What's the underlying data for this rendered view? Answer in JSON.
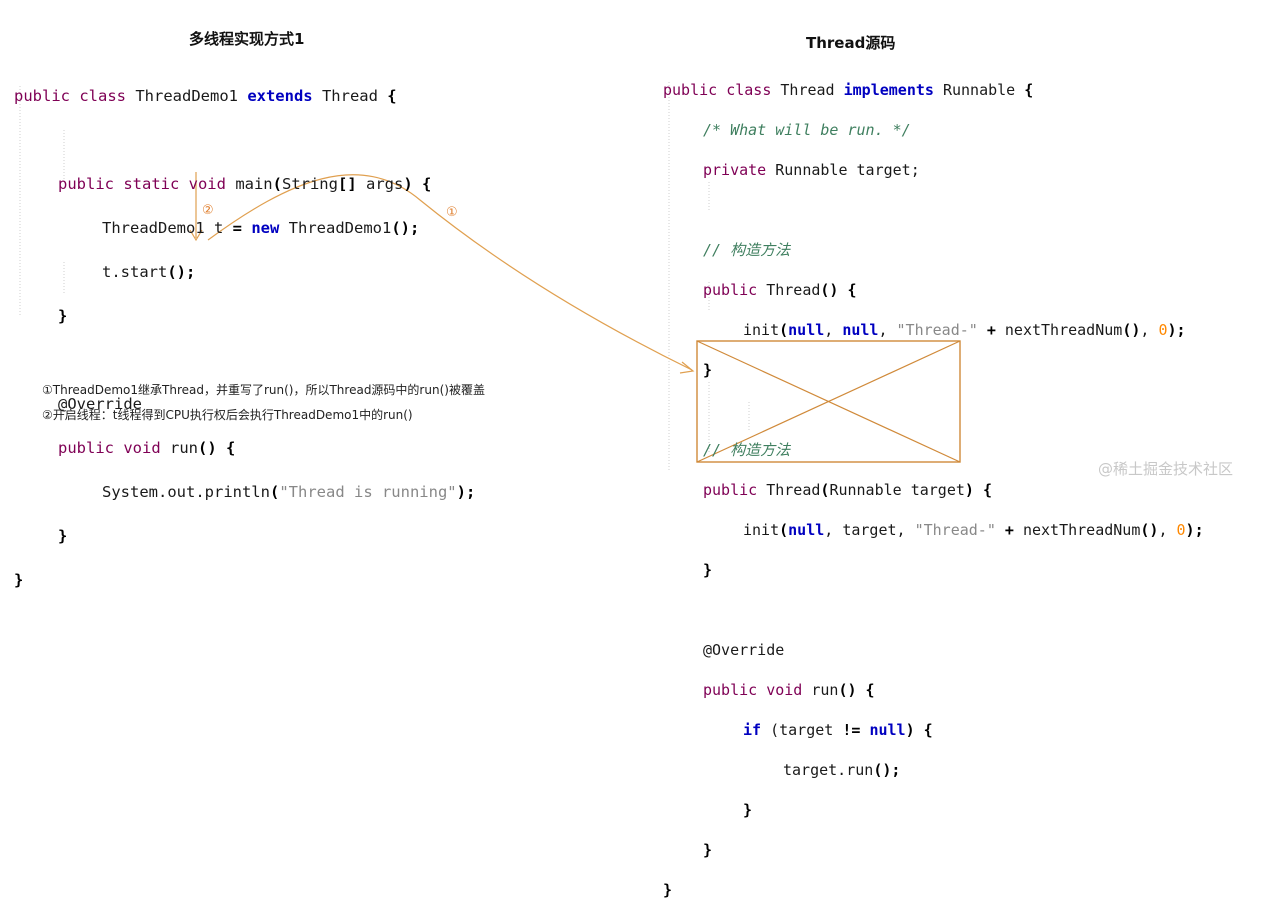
{
  "left_title": "多线程实现方式1",
  "right_title": "Thread源码",
  "left_code": {
    "l1": [
      "public class ",
      "ThreadDemo1 ",
      "extends",
      " Thread ",
      "{"
    ],
    "l2": [
      "public static void ",
      "main",
      "(",
      "String",
      "[]",
      " args",
      ")",
      " {"
    ],
    "l3": [
      "ThreadDemo1 t ",
      "=",
      " ",
      "new",
      " ThreadDemo1",
      "()",
      ";"
    ],
    "l4": [
      "t.start",
      "()",
      ";"
    ],
    "l5": [
      "}"
    ],
    "l6": [
      "@Override"
    ],
    "l7": [
      "public void ",
      "run",
      "()",
      " {"
    ],
    "l8": [
      "System.out.println",
      "(",
      "\"Thread is running\"",
      ")",
      ";"
    ],
    "l9": [
      "}"
    ],
    "l10": [
      "}"
    ]
  },
  "right_code": {
    "l1": [
      "public class ",
      "Thread ",
      "implements",
      " Runnable ",
      "{"
    ],
    "l2": [
      "/* What will be run. */"
    ],
    "l3": [
      "private ",
      "Runnable target;"
    ],
    "l4": [
      "// 构造方法"
    ],
    "l5": [
      "public ",
      "Thread",
      "()",
      " {"
    ],
    "l6": [
      "init",
      "(",
      "null",
      ", ",
      "null",
      ", ",
      "\"Thread-\"",
      " + ",
      "nextThreadNum",
      "()",
      ", ",
      "0",
      ")",
      ";"
    ],
    "l7": [
      "}"
    ],
    "l8": [
      "// 构造方法"
    ],
    "l9": [
      "public ",
      "Thread",
      "(",
      "Runnable target",
      ")",
      " {"
    ],
    "l10": [
      "init",
      "(",
      "null",
      ", target, ",
      "\"Thread-\"",
      " + ",
      "nextThreadNum",
      "()",
      ", ",
      "0",
      ")",
      ";"
    ],
    "l11": [
      "}"
    ],
    "l12": [
      "@Override"
    ],
    "l13": [
      "public void ",
      "run",
      "()",
      " {"
    ],
    "l14": [
      "if",
      " (",
      "target ",
      "!=",
      " ",
      "null",
      ")",
      " {"
    ],
    "l15": [
      "target.run",
      "()",
      ";"
    ],
    "l16": [
      "}"
    ],
    "l17": [
      "}"
    ],
    "l18": [
      "}"
    ]
  },
  "markers": {
    "m1": "①",
    "m2": "②"
  },
  "notes": {
    "n1": "①ThreadDemo1继承Thread，并重写了run()，所以Thread源码中的run()被覆盖",
    "n2": "②开启线程：t线程得到CPU执行权后会执行ThreadDemo1中的run()"
  },
  "watermark": "@稀土掘金技术社区",
  "colors": {
    "arrow": "#e0a050",
    "box": "#d08a3a",
    "keyword": "#7f0055",
    "keyword_bold": "#0000c0",
    "comment": "#3f7f5f",
    "string": "#888888",
    "number": "#ff8800"
  }
}
